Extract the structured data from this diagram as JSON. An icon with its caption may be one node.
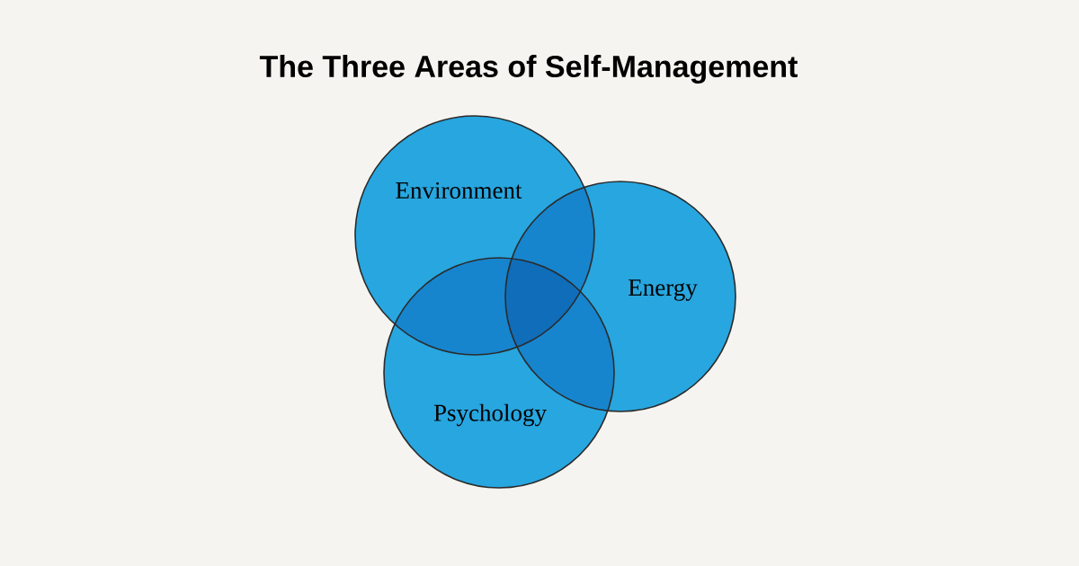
{
  "diagram": {
    "title": "The Three Areas of Self-Management",
    "nodes": [
      {
        "text": [
          "Environment"
        ]
      },
      {
        "text": [
          "Energy"
        ]
      },
      {
        "text": [
          "Psychology"
        ]
      }
    ]
  }
}
